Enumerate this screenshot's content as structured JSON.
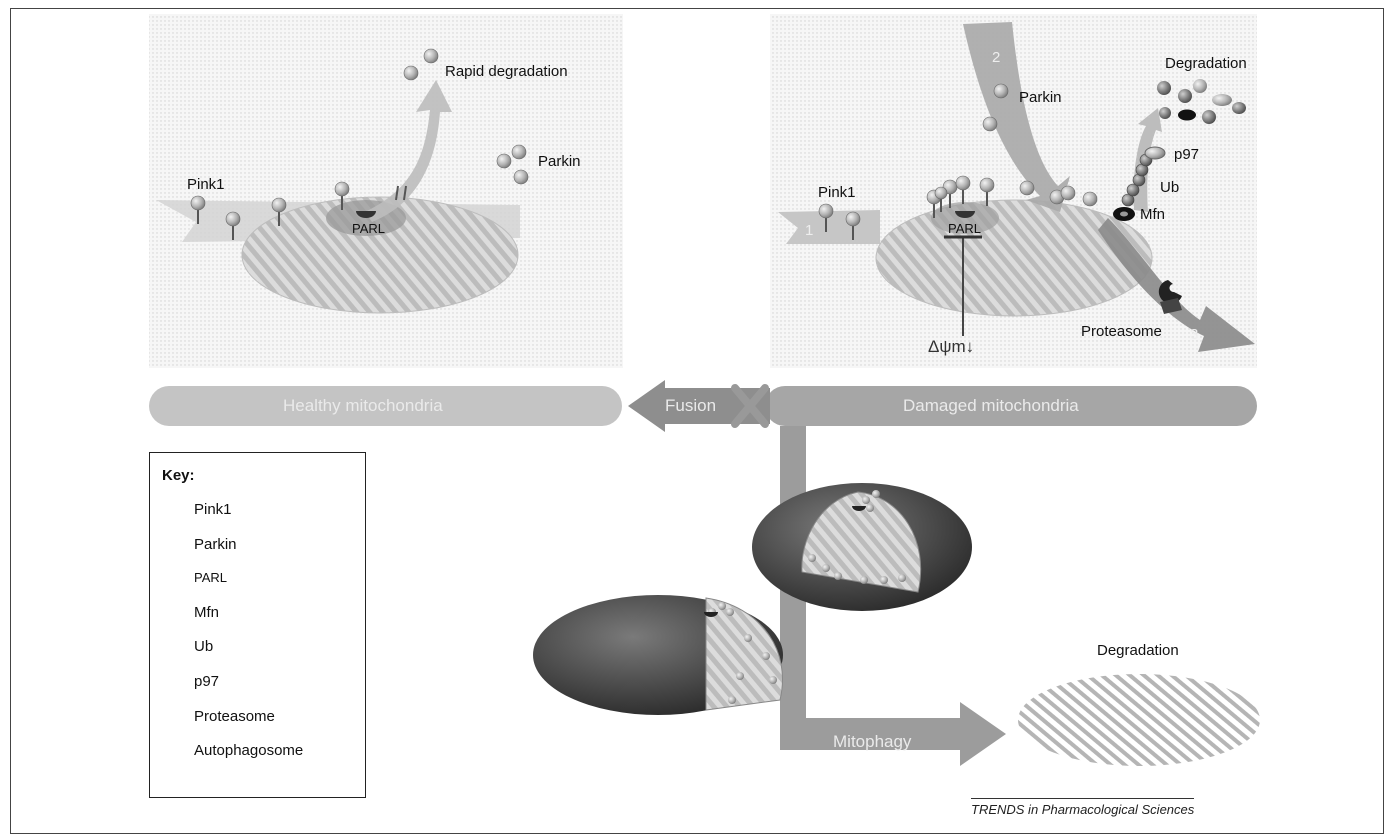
{
  "top_left": {
    "pink1": "Pink1",
    "parl": "PARL",
    "rapid_degradation": "Rapid degradation",
    "parkin": "Parkin"
  },
  "top_right": {
    "pink1": "Pink1",
    "parl": "PARL",
    "parkin": "Parkin",
    "degradation": "Degradation",
    "p97": "p97",
    "ub": "Ub",
    "mfn": "Mfn",
    "proteasome": "Proteasome",
    "delta_psi": "Δψm↓",
    "step1": "1",
    "step2": "2",
    "step3": "3"
  },
  "bars": {
    "healthy": "Healthy mitochondria",
    "fusion": "Fusion",
    "damaged": "Damaged mitochondria",
    "mitophagy": "Mitophagy"
  },
  "bottom": {
    "degradation": "Degradation"
  },
  "key": {
    "title": "Key:",
    "items": [
      {
        "label": "Pink1",
        "icon": "pink1-icon"
      },
      {
        "label": "Parkin",
        "icon": "parkin-icon"
      },
      {
        "label": "PARL",
        "icon": "parl-icon"
      },
      {
        "label": "Mfn",
        "icon": "mfn-icon"
      },
      {
        "label": "Ub",
        "icon": "ub-icon"
      },
      {
        "label": "p97",
        "icon": "p97-icon"
      },
      {
        "label": "Proteasome",
        "icon": "proteasome-icon"
      },
      {
        "label": "Autophagosome",
        "icon": "autophagosome-icon"
      }
    ]
  },
  "footer": "TRENDS in Pharmacological Sciences"
}
